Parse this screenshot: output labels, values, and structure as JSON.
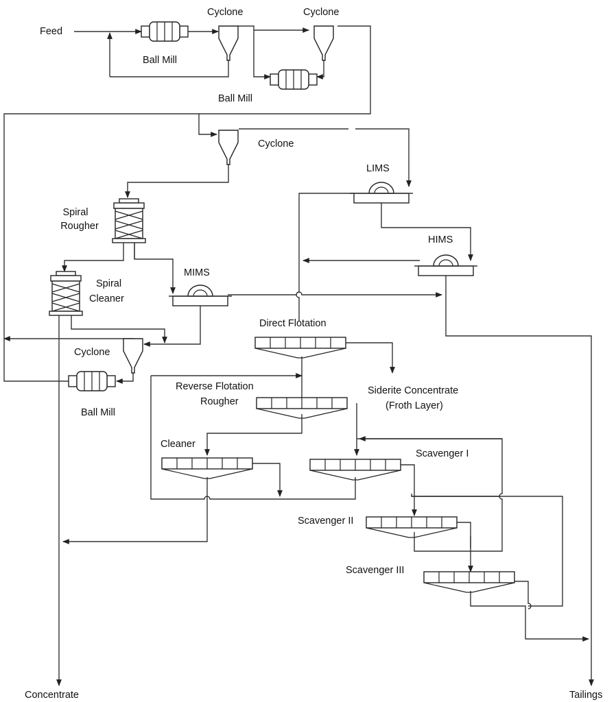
{
  "labels": {
    "feed": "Feed",
    "cyclone_1": "Cyclone",
    "cyclone_2": "Cyclone",
    "ball_mill_1": "Ball Mill",
    "ball_mill_2": "Ball Mill",
    "cyclone_3": "Cyclone",
    "lims": "LIMS",
    "hims": "HIMS",
    "mims": "MIMS",
    "spiral_rougher_l1": "Spiral",
    "spiral_rougher_l2": "Rougher",
    "spiral_cleaner_l1": "Spiral",
    "spiral_cleaner_l2": "Cleaner",
    "cyclone_4": "Cyclone",
    "ball_mill_3": "Ball Mill",
    "direct_flotation": "Direct Flotation",
    "siderite_l1": "Siderite Concentrate",
    "siderite_l2": "(Froth Layer)",
    "reverse_flotation_l1": "Reverse Flotation",
    "reverse_flotation_l2": "Rougher",
    "cleaner": "Cleaner",
    "scavenger_1": "Scavenger I",
    "scavenger_2": "Scavenger II",
    "scavenger_3": "Scavenger III",
    "concentrate": "Concentrate",
    "tailings": "Tailings"
  }
}
